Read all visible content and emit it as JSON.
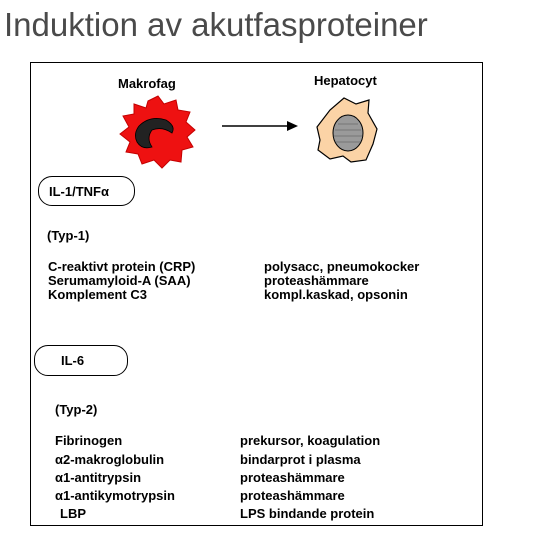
{
  "title": "Induktion av akutfasproteiner",
  "cells": {
    "macrophage": "Makrofag",
    "hepatocyte": "Hepatocyt"
  },
  "group1": {
    "cytokine": "IL-1/TNFα",
    "type": "(Typ-1)",
    "rows": [
      {
        "protein": "C-reaktivt protein (CRP)",
        "function": "polysacc, pneumokocker"
      },
      {
        "protein": "Serumamyloid-A (SAA)",
        "function": "proteashämmare"
      },
      {
        "protein": "Komplement C3",
        "function": "kompl.kaskad, opsonin"
      }
    ]
  },
  "group2": {
    "cytokine": "IL-6",
    "type": "(Typ-2)",
    "rows": [
      {
        "protein": "Fibrinogen",
        "function": "prekursor, koagulation"
      },
      {
        "protein": "α2-makroglobulin",
        "function": "bindarprot i plasma"
      },
      {
        "protein": "α1-antitrypsin",
        "function": "proteashämmare"
      },
      {
        "protein": "α1-antikymotrypsin",
        "function": "proteashämmare"
      },
      {
        "protein": "LBP",
        "function": "LPS bindande protein"
      }
    ]
  },
  "colors": {
    "macrophage": "#ee1111",
    "hepatocyte": "#fbd3a6",
    "nucleus": "#9a9a9a"
  }
}
